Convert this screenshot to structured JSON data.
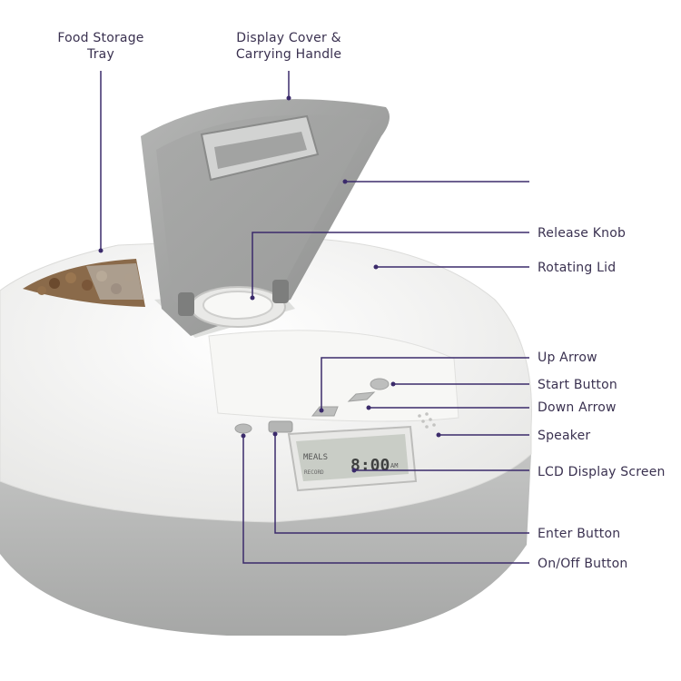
{
  "labels": {
    "food_storage_tray": [
      "Food Storage",
      "Tray"
    ],
    "display_cover": [
      "Display Cover &",
      "Carrying Handle"
    ],
    "release_knob": "Release Knob",
    "rotating_lid": "Rotating Lid",
    "up_arrow": "Up Arrow",
    "start_button": "Start Button",
    "down_arrow": "Down Arrow",
    "speaker": "Speaker",
    "lcd_display_screen": "LCD Display Screen",
    "enter_button": "Enter Button",
    "onoff_button": "On/Off Button"
  },
  "lcd": {
    "meals": "MEALS",
    "time": "8:00",
    "am": "AM",
    "record": "RECORD"
  },
  "colors": {
    "callout_line": "#3b2b6b",
    "label_text": "#3a3150",
    "body_white": "#f4f4f2",
    "base_gray": "#b3b4b3",
    "cover_gray": "#9c9d9c",
    "lcd_screen": "#c9cdc6"
  }
}
